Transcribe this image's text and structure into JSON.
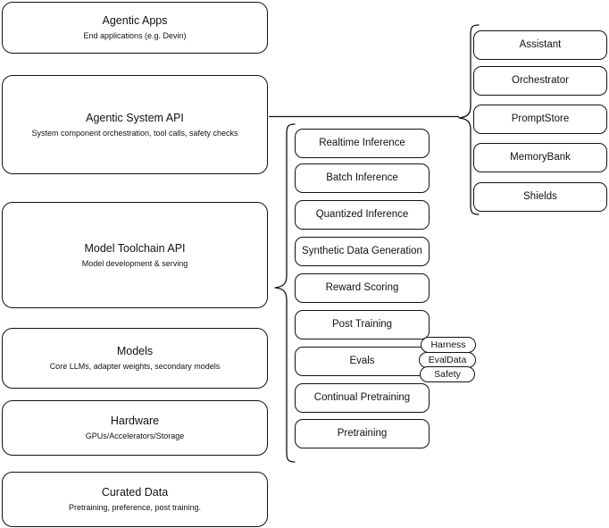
{
  "diagram": {
    "title": "Agentic AI stack architecture diagram",
    "stroke_color": "#111111",
    "background_color": "#ffffff"
  },
  "stack": {
    "name": "left-layer-stack",
    "layers": [
      {
        "id": "agentic-apps",
        "title": "Agentic Apps",
        "subtitle": "End applications (e.g. Devin)"
      },
      {
        "id": "agentic-system-api",
        "title": "Agentic System API",
        "subtitle": "System component orchestration, tool calls, safety checks"
      },
      {
        "id": "model-toolchain-api",
        "title": "Model Toolchain API",
        "subtitle": "Model development & serving"
      },
      {
        "id": "models",
        "title": "Models",
        "subtitle": "Core LLMs, adapter weights, secondary models"
      },
      {
        "id": "hardware",
        "title": "Hardware",
        "subtitle": "GPUs/Accelerators/Storage"
      },
      {
        "id": "curated-data",
        "title": "Curated Data",
        "subtitle": "Pretraining, preference, post training."
      }
    ]
  },
  "toolchain_capabilities": {
    "name": "model-toolchain-capability-list",
    "items": [
      {
        "id": "realtime-inference",
        "label": "Realtime Inference"
      },
      {
        "id": "batch-inference",
        "label": "Batch Inference"
      },
      {
        "id": "quantized-inference",
        "label": "Quantized Inference"
      },
      {
        "id": "synthetic-data-generation",
        "label": "Synthetic Data Generation"
      },
      {
        "id": "reward-scoring",
        "label": "Reward Scoring"
      },
      {
        "id": "post-training",
        "label": "Post Training"
      },
      {
        "id": "evals",
        "label": "Evals"
      },
      {
        "id": "continual-pretraining",
        "label": "Continual Pretraining"
      },
      {
        "id": "pretraining",
        "label": "Pretraining"
      }
    ]
  },
  "eval_badges": {
    "name": "evals-subcomponent-badges",
    "items": [
      {
        "id": "harness",
        "label": "Harness"
      },
      {
        "id": "evaldata",
        "label": "EvalData"
      },
      {
        "id": "safety",
        "label": "Safety"
      }
    ]
  },
  "system_components": {
    "name": "agentic-system-component-list",
    "items": [
      {
        "id": "assistant",
        "label": "Assistant"
      },
      {
        "id": "orchestrator",
        "label": "Orchestrator"
      },
      {
        "id": "promptstore",
        "label": "PromptStore"
      },
      {
        "id": "memorybank",
        "label": "MemoryBank"
      },
      {
        "id": "shields",
        "label": "Shields"
      }
    ]
  }
}
